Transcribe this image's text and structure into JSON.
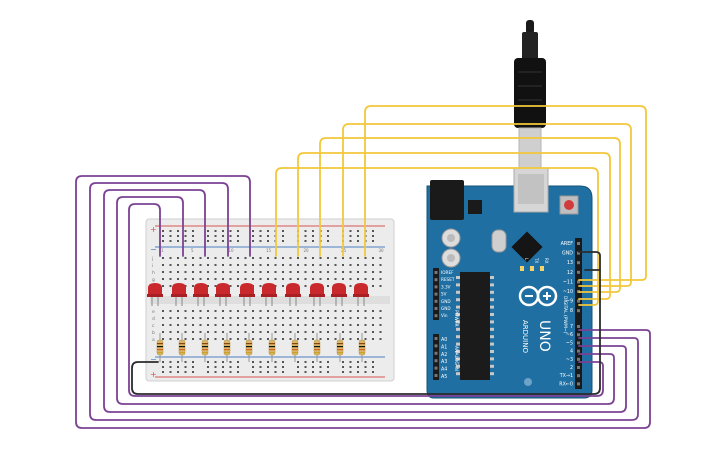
{
  "colors": {
    "yellow_wire": "#f2c83a",
    "purple_wire": "#7b4294",
    "black_wire": "#2b2b2b",
    "board_blue": "#1f6fa3",
    "board_dark": "#185b88",
    "breadboard": "#e9e9e9",
    "led_red": "#c9282d",
    "resistor": "#d8b66a",
    "rail_red": "#d9534f",
    "rail_blue": "#4a7fc1",
    "background": "#ffffff"
  },
  "breadboard": {
    "row_letters_top": [
      "j",
      "i",
      "h",
      "g",
      "f"
    ],
    "row_letters_bottom": [
      "e",
      "d",
      "c",
      "b",
      "a"
    ],
    "column_numbers": [
      "1",
      "",
      "",
      "",
      "5",
      "",
      "",
      "",
      "",
      "10",
      "",
      "",
      "",
      "",
      "15",
      "",
      "",
      "",
      "",
      "20",
      "",
      "",
      "",
      "",
      "25",
      "",
      "",
      "",
      "",
      "30"
    ],
    "led_count": 10,
    "resistor_count": 10
  },
  "arduino": {
    "brand": "ARDUINO",
    "model": "UNO",
    "power_header_label": "POWER",
    "analog_header_label": "ANALOG IN",
    "digital_header_label": "DIGITAL (PWM~)",
    "power_pins": [
      "IOREF",
      "RESET",
      "3.3V",
      "5V",
      "GND",
      "GND",
      "Vin"
    ],
    "analog_pins": [
      "A0",
      "A1",
      "A2",
      "A3",
      "A4",
      "A5"
    ],
    "digital_pins_top": [
      "AREF",
      "GND",
      "13",
      "12",
      "~11",
      "~10",
      "~9",
      "8"
    ],
    "digital_pins_bottom": [
      "7",
      "~6",
      "~5",
      "4",
      "~3",
      "2",
      "TX→1",
      "RX←0"
    ],
    "indicator_labels": [
      "L",
      "TX",
      "RX"
    ]
  },
  "usb_cable": {
    "connector": "USB-B"
  }
}
